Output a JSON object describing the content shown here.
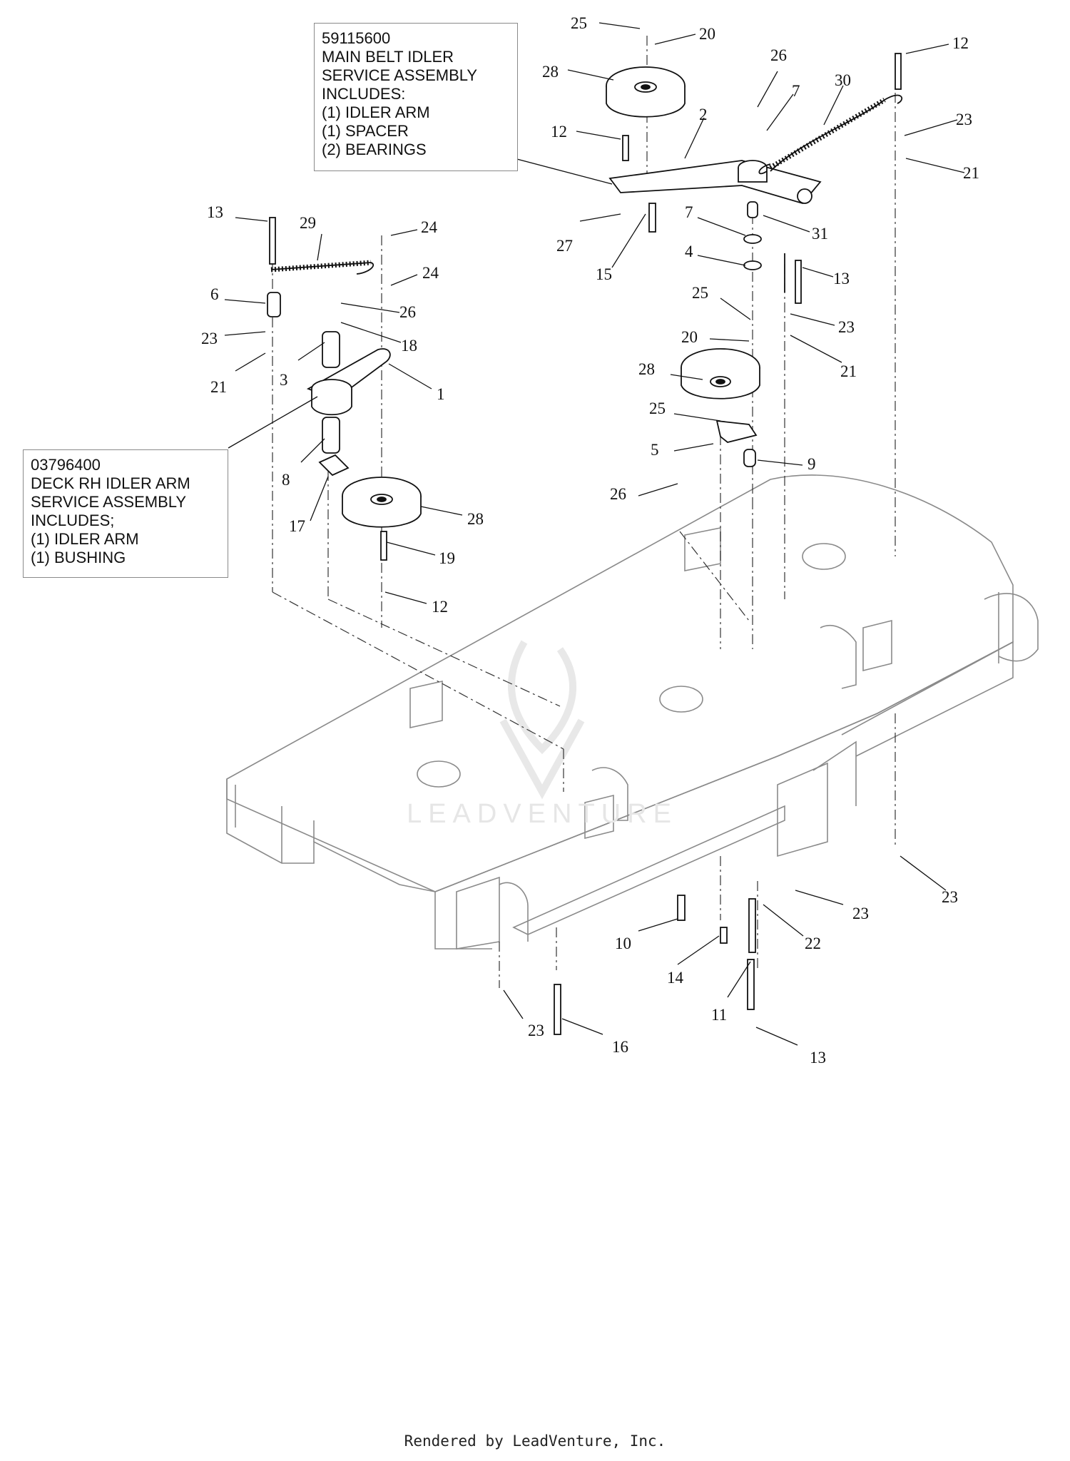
{
  "boxes": {
    "main_belt_idler": {
      "lines": [
        "59115600",
        "MAIN BELT IDLER",
        "SERVICE ASSEMBLY",
        "INCLUDES:",
        "(1) IDLER ARM",
        "(1) SPACER",
        "(2) BEARINGS"
      ]
    },
    "deck_rh_idler": {
      "lines": [
        "03796400",
        "DECK RH IDLER ARM",
        "SERVICE ASSEMBLY",
        "INCLUDES;",
        "(1) IDLER ARM",
        "(1)  BUSHING"
      ]
    }
  },
  "callouts": [
    "25",
    "20",
    "28",
    "12",
    "2",
    "26",
    "7",
    "30",
    "12",
    "23",
    "21",
    "31",
    "7",
    "4",
    "13",
    "27",
    "15",
    "25",
    "20",
    "23",
    "21",
    "28",
    "25",
    "5",
    "9",
    "26",
    "13",
    "29",
    "24",
    "24",
    "6",
    "26",
    "18",
    "23",
    "3",
    "1",
    "21",
    "8",
    "17",
    "28",
    "19",
    "12",
    "23",
    "23",
    "22",
    "10",
    "14",
    "11",
    "23",
    "16",
    "13"
  ],
  "watermark": "LEADVENTURE",
  "footer": "Rendered by LeadVenture, Inc.",
  "colors": {
    "line": "#111111",
    "deck_line": "#8a8a8a",
    "watermark": "#e6e6e6"
  }
}
